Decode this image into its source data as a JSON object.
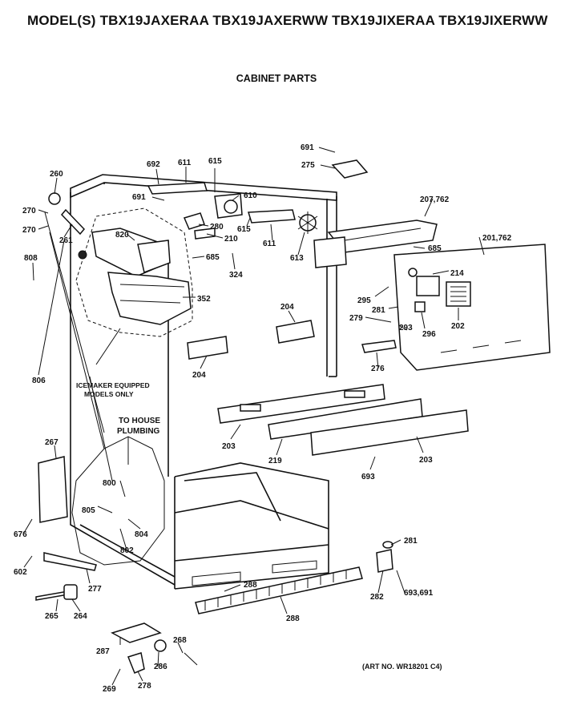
{
  "header": {
    "models": "MODEL(S) TBX19JAXERAA  TBX19JAXERWW  TBX19JIXERAA  TBX19JIXERWW",
    "section": "CABINET PARTS"
  },
  "notes": {
    "icemaker": [
      "ICEMAKER EQUIPPED",
      "MODELS ONLY"
    ],
    "house_plumbing": [
      "TO HOUSE",
      "PLUMBING"
    ]
  },
  "art_number": "(ART NO. WR18201 C4)",
  "parts": {
    "p691a": "691",
    "p275": "275",
    "p692": "692",
    "p611a": "611",
    "p615a": "615",
    "p691b": "691",
    "p610": "610",
    "p260": "260",
    "p270a": "270",
    "p270b": "270",
    "p261": "261",
    "p820": "820",
    "p280": "280",
    "p210": "210",
    "p615b": "615",
    "p611b": "611",
    "p613": "613",
    "p207": "207,762",
    "p685a": "685",
    "p685b": "685",
    "p201": "201,762",
    "p808": "808",
    "p324": "324",
    "p352": "352",
    "p214": "214",
    "p295": "295",
    "p281a": "281",
    "p204a": "204",
    "p279": "279",
    "p293": "293",
    "p296": "296",
    "p202": "202",
    "p204b": "204",
    "p276": "276",
    "p806": "806",
    "p203a": "203",
    "p219": "219",
    "p203b": "203",
    "p267": "267",
    "p693": "693",
    "p800": "800",
    "p805": "805",
    "p804": "804",
    "p802": "802",
    "p676": "676",
    "p281b": "281",
    "p602": "602",
    "p277": "277",
    "p288a": "288",
    "p282": "282",
    "p693b": "693,691",
    "p265": "265",
    "p264": "264",
    "p288b": "288",
    "p287": "287",
    "p268": "268",
    "p286": "286",
    "p269": "269",
    "p278": "278"
  }
}
